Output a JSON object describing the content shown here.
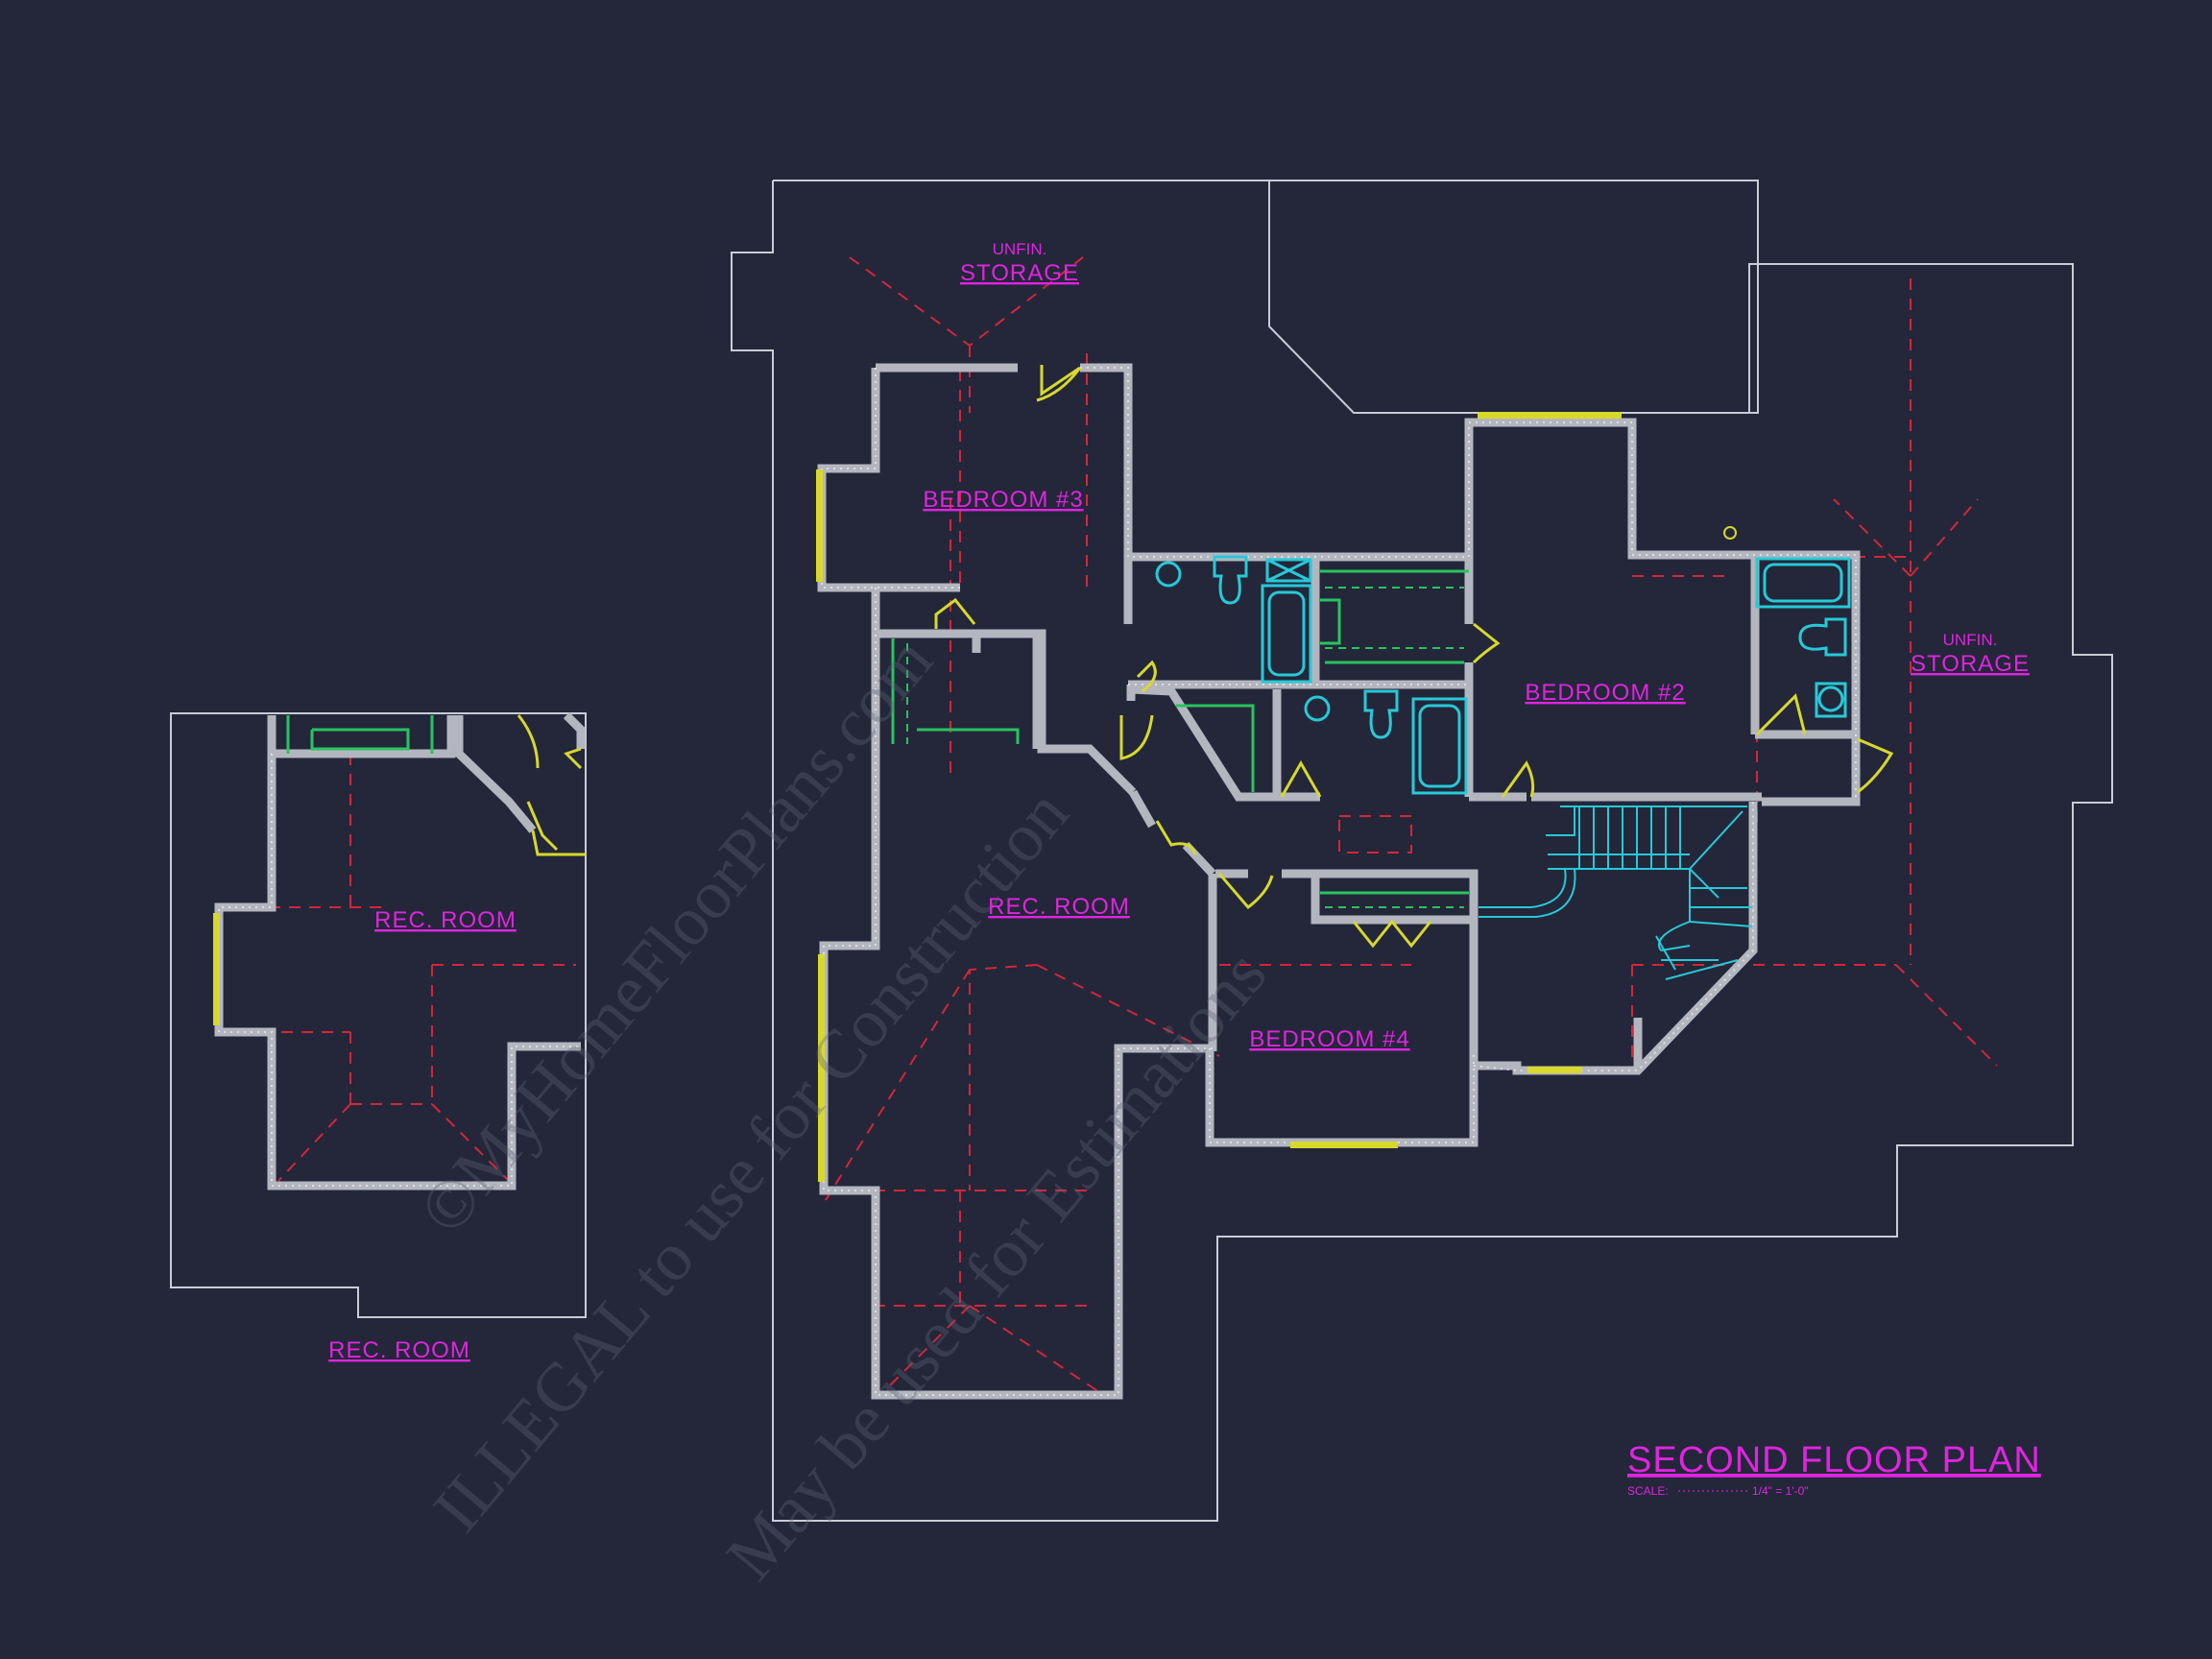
{
  "plan": {
    "title": "SECOND FLOOR PLAN",
    "scale_label": "SCALE:",
    "scale_value": "1/4\" = 1'-0\""
  },
  "rooms": {
    "unfin_storage_top": {
      "line1": "UNFIN.",
      "line2": "STORAGE"
    },
    "unfin_storage_right": {
      "line1": "UNFIN.",
      "line2": "STORAGE"
    },
    "bedroom_3": "BEDROOM #3",
    "bedroom_2": "BEDROOM #2",
    "bedroom_4": "BEDROOM #4",
    "rec_room_main": "REC. ROOM",
    "rec_room_left": "REC. ROOM",
    "rec_room_left_caption": "REC. ROOM"
  },
  "watermark": {
    "line1": "©MyHomeFloorPlans.com",
    "line2": "ILLEGAL to use for Construction",
    "line3": "May be used for Estimations"
  },
  "colors": {
    "background": "#232739",
    "label": "#e024e0",
    "wall": "#b3b6bf",
    "roof_ridge": "#d3263a",
    "door_window": "#d8d82c",
    "fixture": "#27c9d8",
    "shelf": "#27c460"
  }
}
